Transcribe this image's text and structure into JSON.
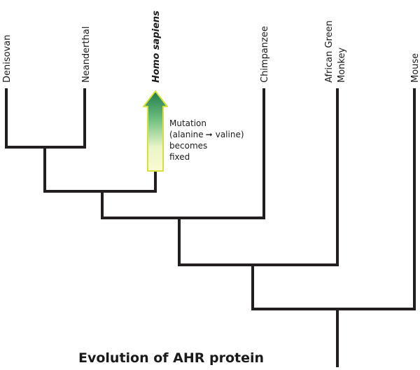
{
  "title": "Evolution of AHR protein",
  "taxa": {
    "denisovan": "Denisovan",
    "neanderthal": "Neanderthal",
    "homo_sapiens": "Homo sapiens",
    "chimpanzee": "Chimpanzee",
    "african_green_line1": "African Green",
    "african_green_line2": "Monkey",
    "mouse": "Mouse"
  },
  "mutation_note": {
    "line1": "Mutation",
    "line2a": "(alanine",
    "line2b": "valine)",
    "line3": "becomes",
    "line4": "fixed"
  },
  "colors": {
    "branch": "#231f20",
    "arrow_head": "#1f7a4a",
    "arrow_fill_light": "#fbfbd0",
    "arrow_outline": "#d6e23a"
  }
}
